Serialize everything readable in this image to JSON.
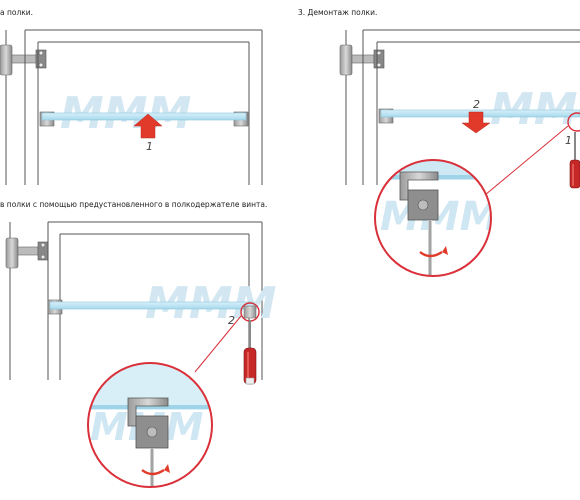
{
  "captions": {
    "step1": "а полки.",
    "step3": "3. Демонтаж полки.",
    "step2": "в полки с помощью предустановленного в полкодержателе винта."
  },
  "labels": {
    "s1_arrow": "1",
    "s3_arrow": "2",
    "s3_screw": "1",
    "s2_screw": "2"
  },
  "watermark": "MMM",
  "colors": {
    "glass": "#bfe4f2",
    "glass_edge": "#8cc6dc",
    "arrow_red": "#e23a2a",
    "callout_red": "#d9303a",
    "frame": "#555555",
    "watermark": "#cfe6f3"
  },
  "icons": [
    "hinge-icon",
    "up-arrow-icon",
    "down-arrow-icon",
    "screwdriver-icon",
    "rotate-arrow-icon",
    "bracket-icon"
  ]
}
